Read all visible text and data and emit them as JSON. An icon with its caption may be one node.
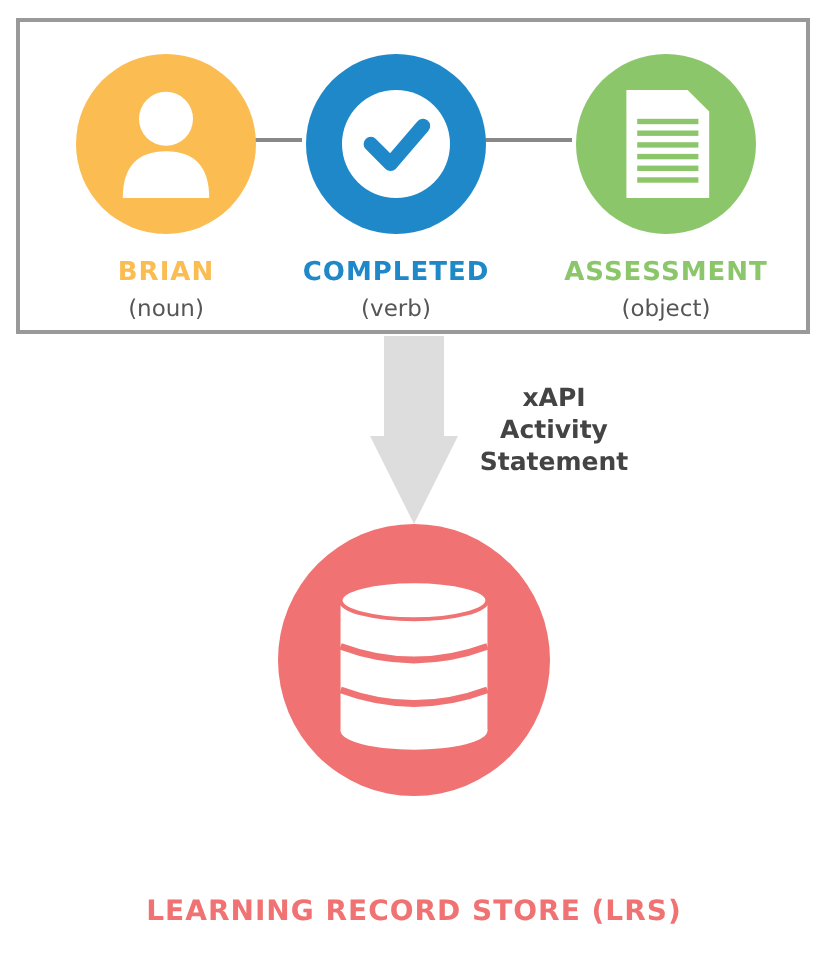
{
  "diagram": {
    "nodes": [
      {
        "text": [],
        "shape": "box"
      },
      {
        "text": [
          "BRIAN",
          "(noun)"
        ],
        "in": 0
      },
      {
        "text": [
          "COMPLETED",
          "(verb)"
        ],
        "in": 0
      },
      {
        "text": [
          "ASSESSMENT",
          "(object)"
        ],
        "in": 0
      },
      {
        "text": [
          "LEARNING RECORD STORE (LRS)"
        ]
      }
    ],
    "edges": [
      {
        "from": 1,
        "to": 2,
        "arrow": "none"
      },
      {
        "from": 2,
        "to": 3,
        "arrow": "none"
      },
      {
        "from": 0,
        "to": 4,
        "arrow": "to",
        "label": "xAPI Activity Statement",
        "style": "thick",
        "color": "#dddddd"
      }
    ]
  }
}
